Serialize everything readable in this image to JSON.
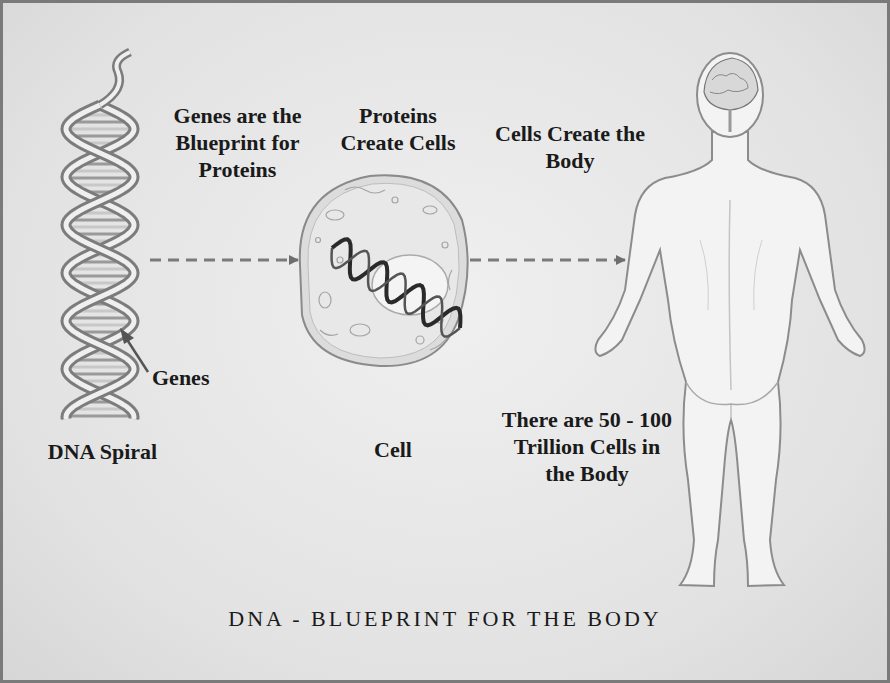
{
  "diagram": {
    "title": "DNA - BLUEPRINT FOR THE BODY",
    "nodes": [
      {
        "text": [
          "DNA Spiral"
        ]
      },
      {
        "text": [
          "Cell"
        ]
      },
      {
        "text": [
          "There are 50 - 100 Trillion Cells in the Body"
        ]
      }
    ],
    "edges": [
      {
        "from": 0,
        "to": 1,
        "arrow": "to"
      },
      {
        "from": 1,
        "to": 2,
        "arrow": "to"
      }
    ],
    "labels": [
      "Genes are the Blueprint for Proteins",
      "Proteins Create Cells",
      "Cells Create the Body",
      "Genes"
    ]
  }
}
